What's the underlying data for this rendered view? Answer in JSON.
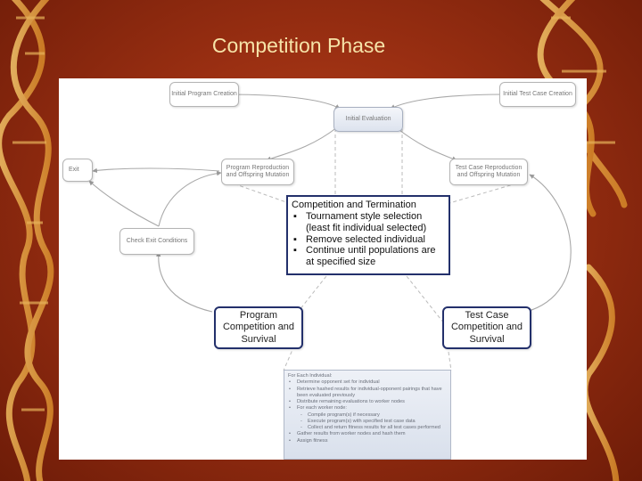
{
  "slide": {
    "title": "Competition Phase"
  },
  "colors": {
    "background": "#9a2f12",
    "title": "#f6e3a8",
    "highlight_border": "#23306b"
  },
  "diagram": {
    "nodes": {
      "initial_program_creation": "Initial Program Creation",
      "initial_test_case_creation": "Initial Test Case Creation",
      "initial_evaluation": "Initial Evaluation",
      "exit": "Exit",
      "program_reproduction": "Program Reproduction and Offspring Mutation",
      "test_case_reproduction": "Test Case Reproduction and Offspring Mutation",
      "check_exit_conditions": "Check Exit Conditions",
      "program_competition": "Program Competition and Survival",
      "test_case_competition": "Test Case Competition and Survival"
    },
    "callout": {
      "title": "Competition and Termination",
      "items": [
        "Tournament style selection (least fit individual selected)",
        "Remove selected individual",
        "Continue until populations are at specified size"
      ]
    },
    "detail": {
      "heading": "For Each Individual:",
      "items": [
        {
          "level": 1,
          "text": "Determine opponent set for individual"
        },
        {
          "level": 1,
          "text": "Retrieve hashed results for individual-opponent pairings that have been evaluated previously"
        },
        {
          "level": 1,
          "text": "Distribute remaining evaluations to worker nodes"
        },
        {
          "level": 1,
          "text": "For each worker node:"
        },
        {
          "level": 2,
          "text": "Compile program(s) if necessary"
        },
        {
          "level": 2,
          "text": "Execute program(s) with specified test case data"
        },
        {
          "level": 2,
          "text": "Collect and return fitness results for all test cases performed"
        },
        {
          "level": 1,
          "text": "Gather results from worker nodes and hash them"
        },
        {
          "level": 1,
          "text": "Assign fitness"
        }
      ]
    }
  }
}
